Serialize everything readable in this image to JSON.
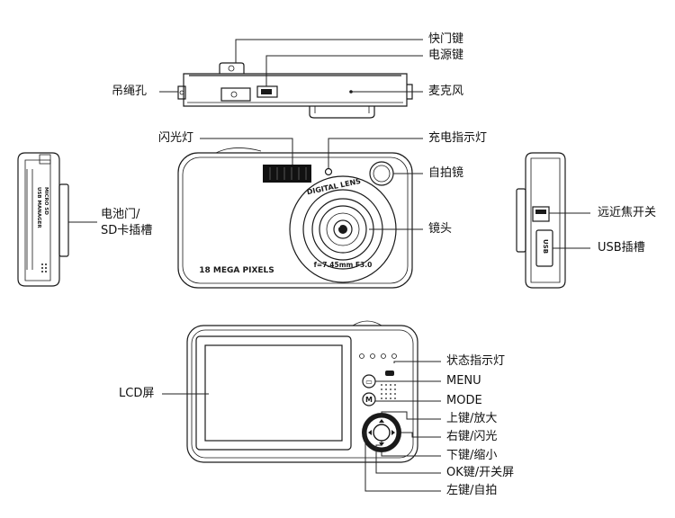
{
  "labels": {
    "shutter_key": "快门键",
    "power_key": "电源键",
    "strap_hole": "吊绳孔",
    "microphone": "麦克风",
    "flash": "闪光灯",
    "charge_indicator": "充电指示灯",
    "self_timer_mirror": "自拍镜",
    "battery_door_line1": "电池门/",
    "battery_door_line2": "SD卡插槽",
    "lens": "镜头",
    "focus_switch": "远近焦开关",
    "usb_slot": "USB插槽",
    "status_indicator": "状态指示灯",
    "menu": "MENU",
    "mode": "MODE",
    "up_key": "上键/放大",
    "right_key": "右键/闪光",
    "down_key": "下键/缩小",
    "ok_key": "OK键/开关屏",
    "left_key": "左键/自拍",
    "lcd_screen": "LCD屏"
  },
  "camera_print": {
    "lens_ring_text": "DIGITAL LENS",
    "lens_spec": "f=7.45mm F3.0",
    "pixels_text": "18 MEGA PIXELS",
    "usb_text": "USB",
    "menu_btn": "▭",
    "mode_btn": "M"
  }
}
